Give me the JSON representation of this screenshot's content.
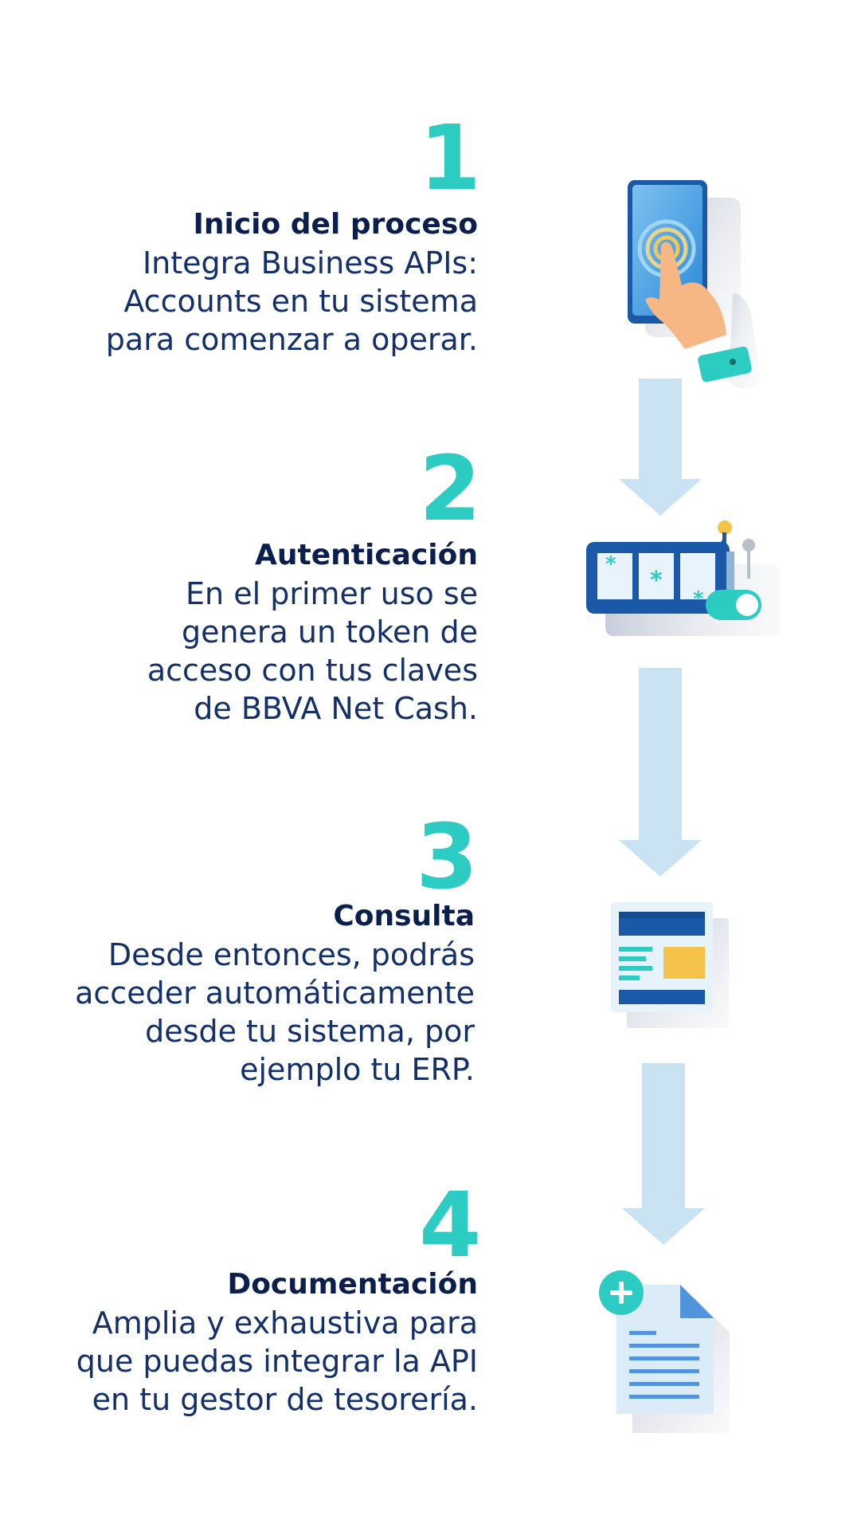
{
  "steps": [
    {
      "number": "1",
      "title": "Inicio del proceso",
      "description_lines": [
        "Integra Business APIs:",
        "Accounts en tu sistema",
        "para comenzar a operar."
      ],
      "icon": "phone-touch-icon"
    },
    {
      "number": "2",
      "title": "Autenticación",
      "description_lines": [
        "En el primer uso se",
        "genera un token de",
        "acceso con tus claves",
        "de BBVA Net Cash."
      ],
      "icon": "token-device-icon"
    },
    {
      "number": "3",
      "title": "Consulta",
      "description_lines": [
        "Desde entonces, podrás",
        "acceder automáticamente",
        "desde tu sistema, por",
        "ejemplo tu ERP."
      ],
      "icon": "web-page-icon"
    },
    {
      "number": "4",
      "title": "Documentación",
      "description_lines": [
        "Amplia y exhaustiva para",
        "que puedas integrar la API",
        "en tu gestor de tesorería."
      ],
      "icon": "add-document-icon"
    }
  ],
  "colors": {
    "accent": "#2dccc3",
    "title": "#0b1f4e",
    "text": "#13306b",
    "arrow": "#c9e3f2",
    "navy": "#1a4f9c"
  }
}
